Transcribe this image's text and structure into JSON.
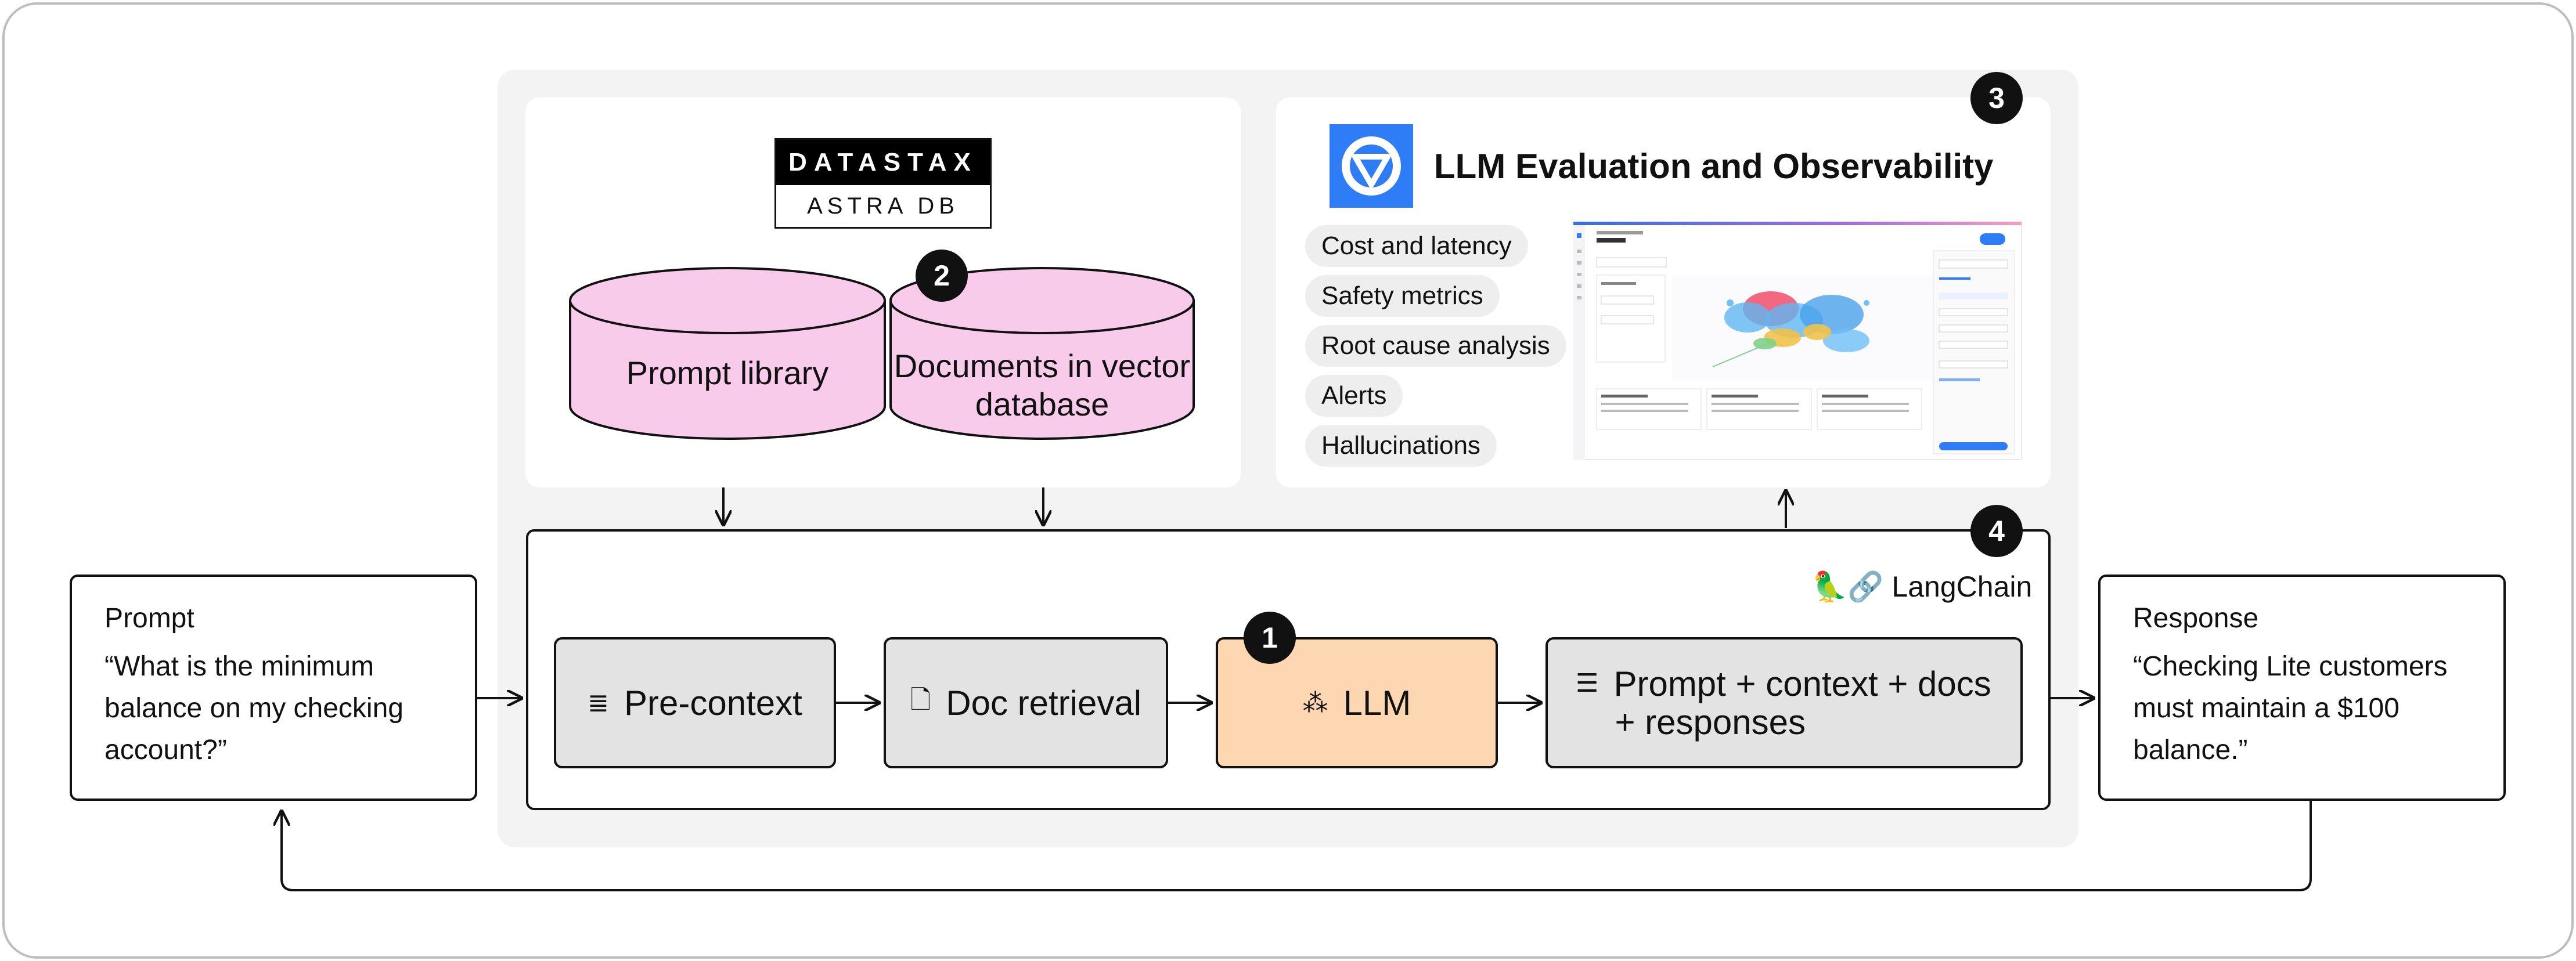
{
  "datastax": {
    "brand": "DATASTAX",
    "product": "ASTRA DB"
  },
  "databases": {
    "prompt_library": "Prompt library",
    "documents": "Documents in vector database"
  },
  "observability": {
    "title": "LLM Evaluation and Observability",
    "pills": [
      "Cost and latency",
      "Safety metrics",
      "Root cause analysis",
      "Alerts",
      "Hallucinations"
    ]
  },
  "badges": {
    "one": "1",
    "two": "2",
    "three": "3",
    "four": "4"
  },
  "langchain": {
    "emoji": "🦜🔗",
    "label": "LangChain"
  },
  "pipeline": {
    "precontext": "Pre-context",
    "doc_retrieval": "Doc retrieval",
    "llm": "LLM",
    "combined_line1": "Prompt + context + docs",
    "combined_line2": "+ responses"
  },
  "prompt": {
    "title": "Prompt",
    "text": "“What is the minimum balance on my checking account?”"
  },
  "response": {
    "title": "Response",
    "text": "“Checking Lite customers must maintain a $100 balance.”"
  },
  "colors": {
    "db_fill": "#f9cbea",
    "llm_fill": "#fdd7b1",
    "step_fill": "#e3e3e3",
    "logo_blue": "#2f7df6",
    "badge": "#111111"
  }
}
